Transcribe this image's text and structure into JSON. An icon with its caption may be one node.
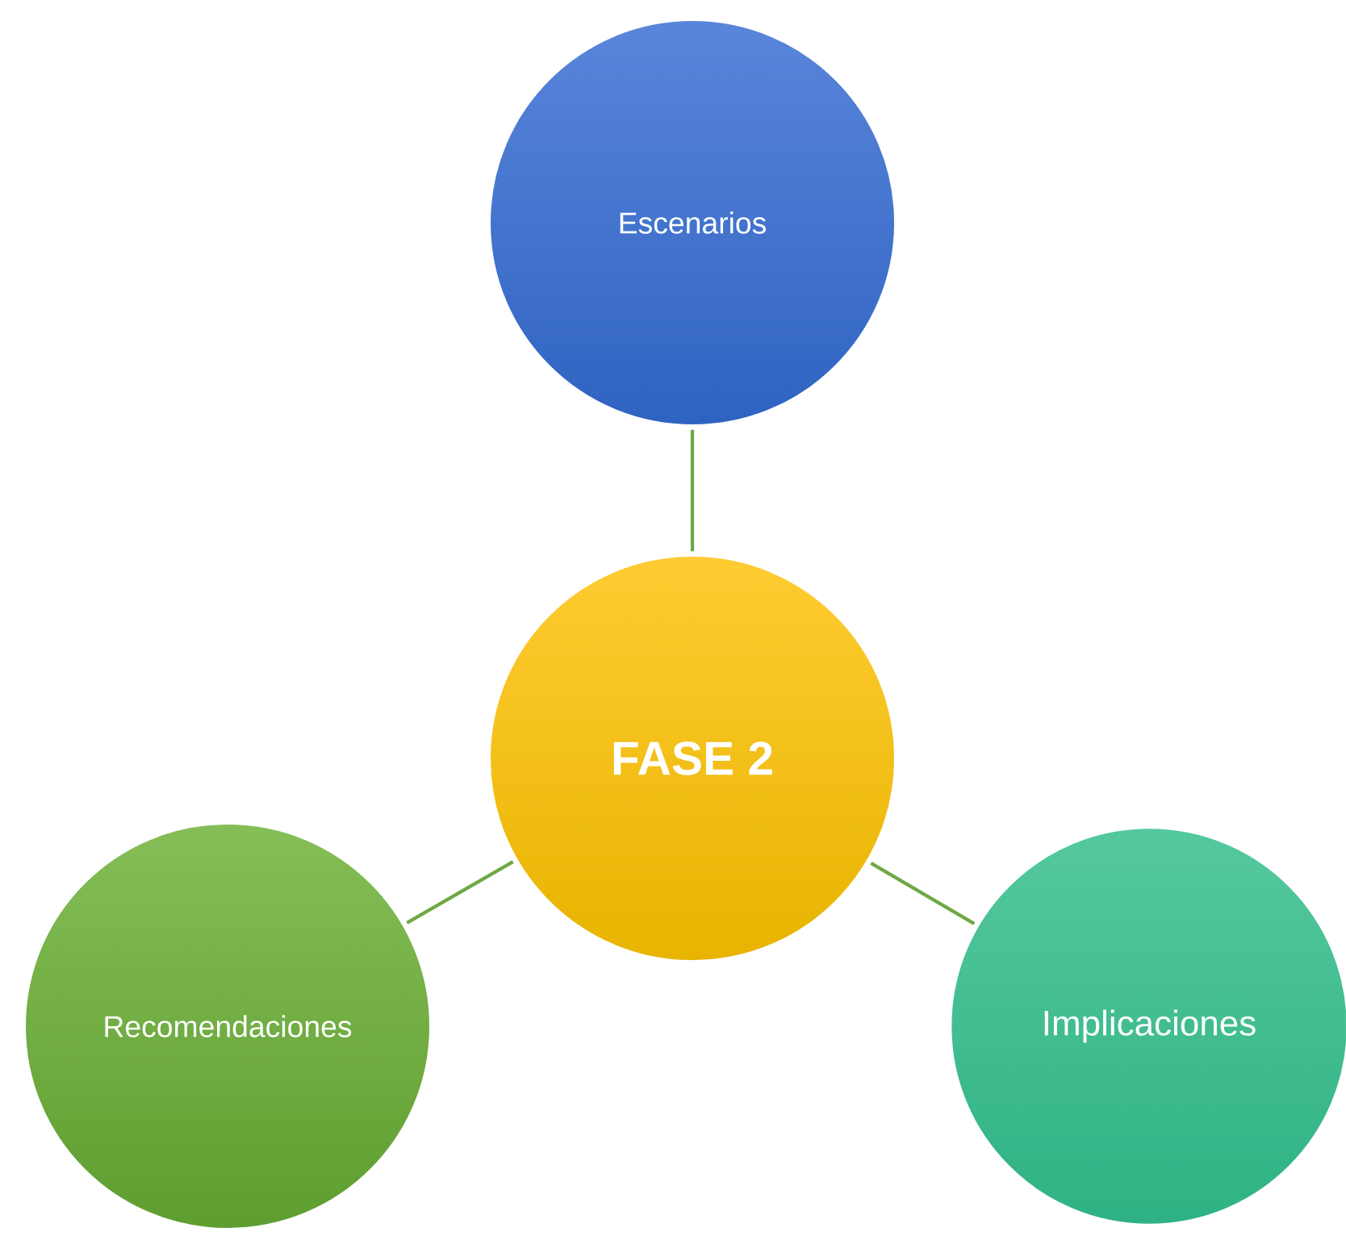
{
  "diagram": {
    "nodes": [
      {
        "text": [
          "Escenarios"
        ]
      },
      {
        "text": [
          "FASE 2"
        ]
      },
      {
        "text": [
          "Recomendaciones"
        ]
      },
      {
        "text": [
          "Implicaciones"
        ]
      }
    ],
    "edges": [
      {
        "from": 1,
        "to": 0,
        "arrow": "none"
      },
      {
        "from": 1,
        "to": 2,
        "arrow": "none"
      },
      {
        "from": 1,
        "to": 3,
        "arrow": "none"
      }
    ]
  }
}
